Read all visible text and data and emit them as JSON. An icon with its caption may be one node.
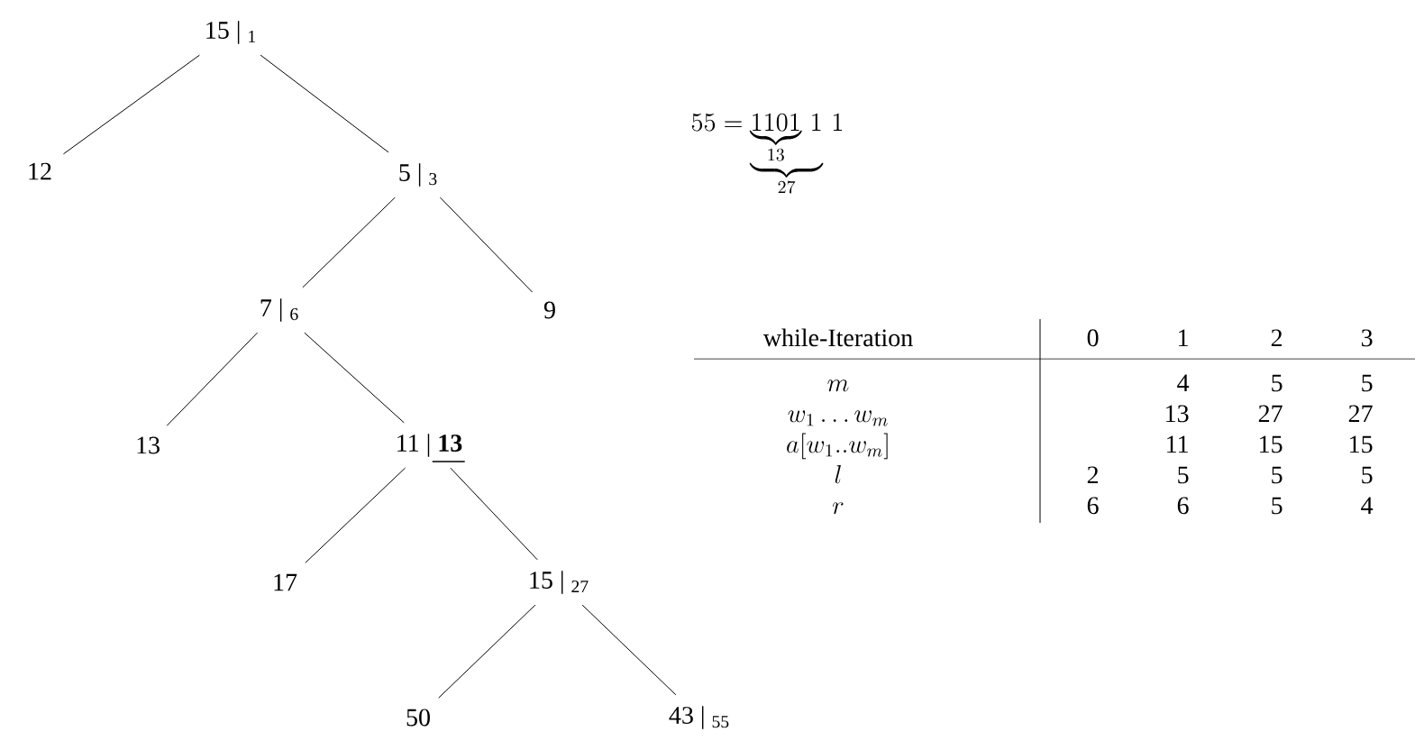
{
  "diagram": {
    "nodes": [
      {
        "text": [
          "15 | $_{1}$"
        ]
      },
      {
        "text": [
          "12"
        ]
      },
      {
        "text": [
          "5 | $_{3}$"
        ]
      },
      {
        "text": [
          "7 | $_{6}$"
        ]
      },
      {
        "text": [
          "9"
        ]
      },
      {
        "text": [
          "13"
        ]
      },
      {
        "text": [
          "11 | **13**"
        ]
      },
      {
        "text": [
          "17"
        ]
      },
      {
        "text": [
          "15 | $_{27}$"
        ]
      },
      {
        "text": [
          "50"
        ]
      },
      {
        "text": [
          "43 | $_{55}$"
        ]
      }
    ],
    "edges": [
      {
        "from": 0,
        "to": 1,
        "arrow": "none"
      },
      {
        "from": 0,
        "to": 2,
        "arrow": "none"
      },
      {
        "from": 2,
        "to": 3,
        "arrow": "none"
      },
      {
        "from": 2,
        "to": 4,
        "arrow": "none"
      },
      {
        "from": 3,
        "to": 5,
        "arrow": "none"
      },
      {
        "from": 3,
        "to": 6,
        "arrow": "none"
      },
      {
        "from": 6,
        "to": 7,
        "arrow": "none"
      },
      {
        "from": 6,
        "to": 8,
        "arrow": "none"
      },
      {
        "from": 8,
        "to": 9,
        "arrow": "none"
      },
      {
        "from": 8,
        "to": 10,
        "arrow": "none"
      }
    ],
    "labels": [
      "55 = \\underbrace{\\underbrace{1101}_{13}\\,1}_{27}\\,1",
      "while-Iteration",
      "0",
      "1",
      "2",
      "3",
      "m",
      "4",
      "5",
      "5",
      "w_1 \\ldots w_m",
      "13",
      "27",
      "27",
      "a[w_1..w_m]",
      "11",
      "15",
      "15",
      "l",
      "2",
      "5",
      "5",
      "5",
      "r",
      "6",
      "6",
      "5",
      "4"
    ]
  }
}
